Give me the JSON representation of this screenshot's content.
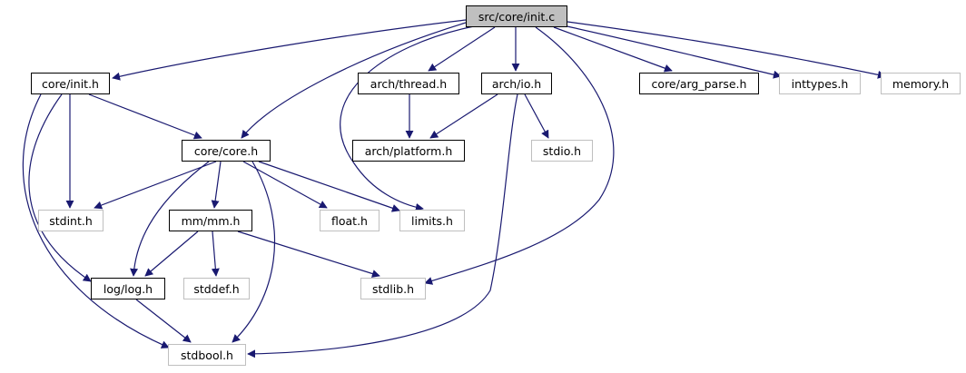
{
  "colors": {
    "edge": "#191970",
    "root_fill": "#bfbfbf",
    "local_border": "#000000",
    "system_border": "#bfbfbf"
  },
  "nodes": {
    "init_c": "src/core/init.c",
    "init_h": "core/init.h",
    "thread_h": "arch/thread.h",
    "io_h": "arch/io.h",
    "arg_parse_h": "core/arg_parse.h",
    "inttypes_h": "inttypes.h",
    "memory_h": "memory.h",
    "core_h": "core/core.h",
    "platform_h": "arch/platform.h",
    "stdio_h": "stdio.h",
    "stdint_h": "stdint.h",
    "mm_h": "mm/mm.h",
    "float_h": "float.h",
    "limits_h": "limits.h",
    "log_h": "log/log.h",
    "stddef_h": "stddef.h",
    "stdlib_h": "stdlib.h",
    "stdbool_h": "stdbool.h"
  }
}
